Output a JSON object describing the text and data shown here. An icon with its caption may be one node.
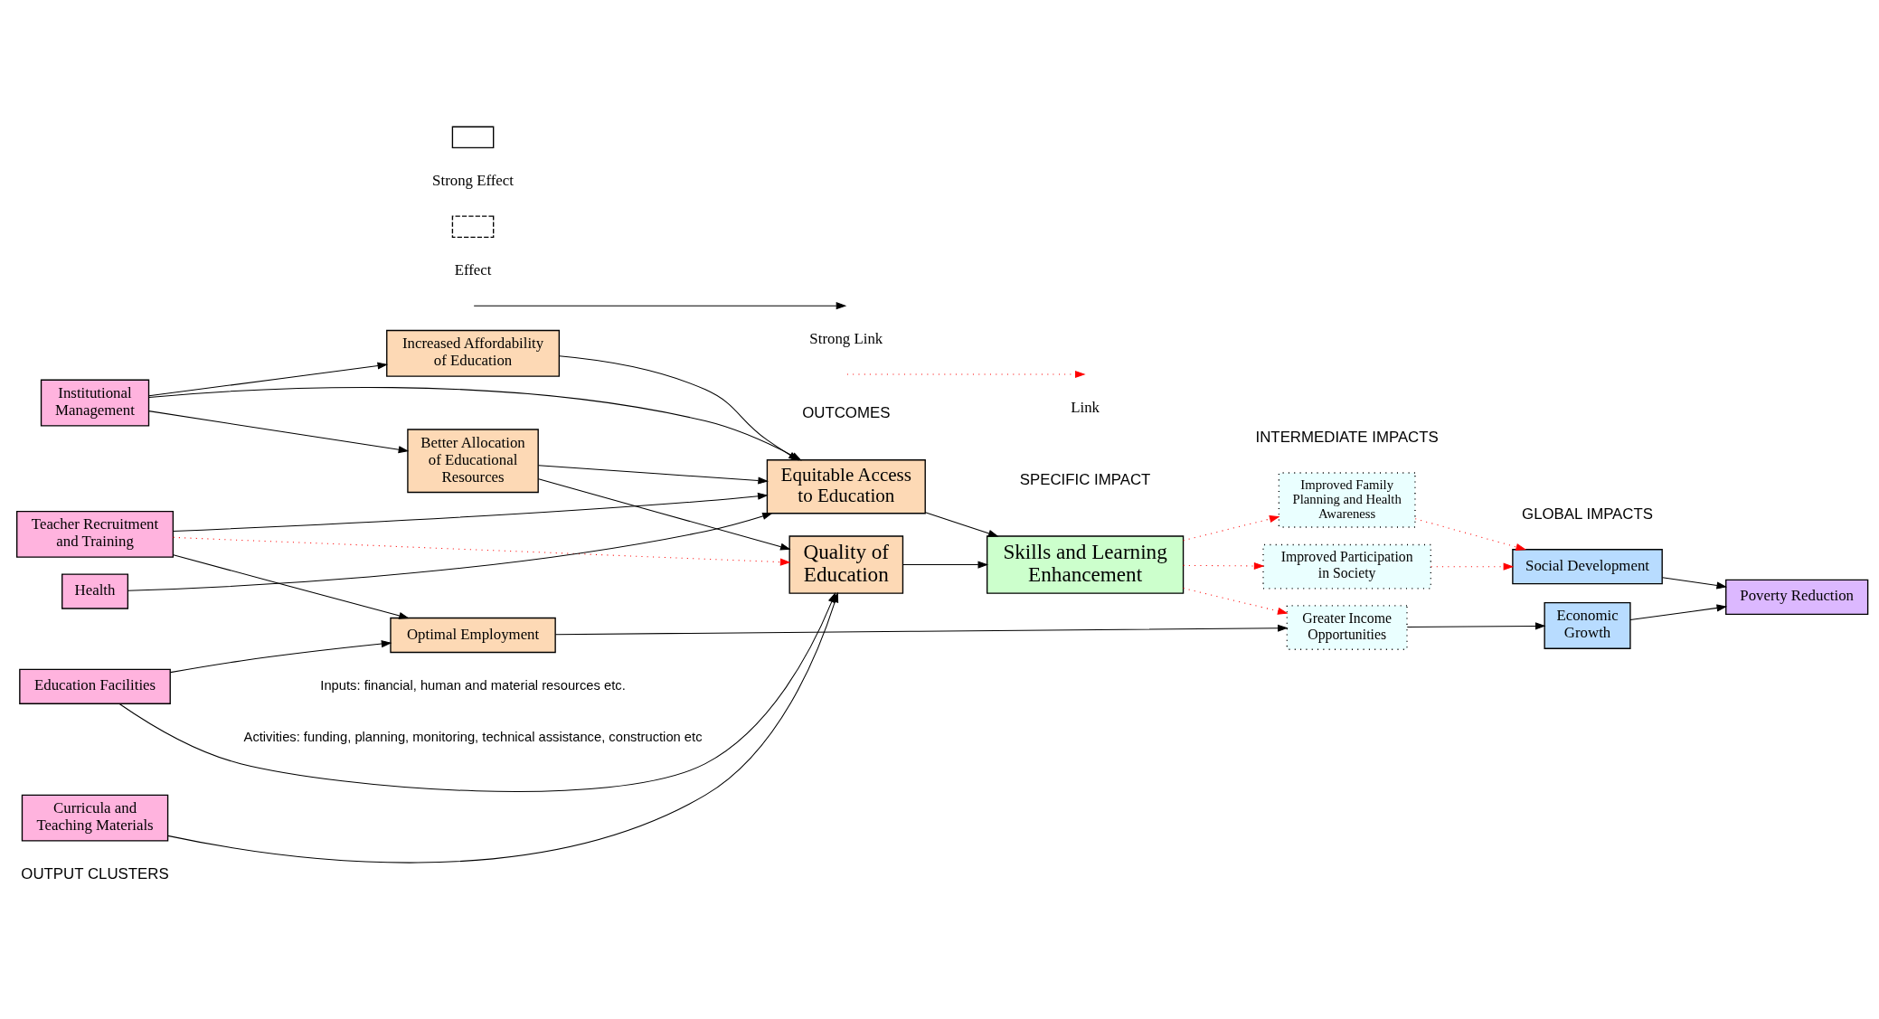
{
  "diagram": {
    "nodes": [
      {
        "text": [
          "Institutional Management"
        ]
      },
      {
        "text": [
          "Curricula and Teaching Materials"
        ]
      },
      {
        "text": [
          "Teacher Recruitment and Training"
        ]
      },
      {
        "text": [
          "Health"
        ]
      },
      {
        "text": [
          "Education Facilities"
        ]
      },
      {
        "text": [
          "Better Allocation of Educational Resources"
        ]
      },
      {
        "text": [
          "Increased Affordability of Education"
        ]
      },
      {
        "text": [
          "Quality of Education"
        ]
      },
      {
        "text": [
          "Equitable Access to Education"
        ]
      },
      {
        "text": [
          "Optimal Employment"
        ]
      },
      {
        "text": [
          "Skills and Learning Enhancement"
        ]
      },
      {
        "text": [
          "Improved Family Planning and Health Awareness"
        ]
      },
      {
        "text": [
          "Improved Participation in Society"
        ]
      },
      {
        "text": [
          "Greater Income Opportunities"
        ]
      },
      {
        "text": [
          "Social Development"
        ]
      },
      {
        "text": [
          "Poverty Reduction"
        ]
      },
      {
        "text": [
          "Economic Growth"
        ]
      }
    ],
    "edges": [
      {
        "from": 0,
        "to": 5,
        "arrow": "to"
      },
      {
        "from": 0,
        "to": 6,
        "arrow": "to"
      },
      {
        "from": 0,
        "to": 8,
        "arrow": "to"
      },
      {
        "from": 1,
        "to": 7,
        "arrow": "to"
      },
      {
        "from": 2,
        "to": 7,
        "arrow": "to",
        "style": "dashed",
        "color": "#ff0000"
      },
      {
        "from": 2,
        "to": 8,
        "arrow": "to"
      },
      {
        "from": 2,
        "to": 9,
        "arrow": "to"
      },
      {
        "from": 3,
        "to": 8,
        "arrow": "to"
      },
      {
        "from": 4,
        "to": 7,
        "arrow": "to"
      },
      {
        "from": 4,
        "to": 9,
        "arrow": "to"
      },
      {
        "from": 5,
        "to": 7,
        "arrow": "to"
      },
      {
        "from": 5,
        "to": 8,
        "arrow": "to"
      },
      {
        "from": 6,
        "to": 8,
        "arrow": "to"
      },
      {
        "from": 7,
        "to": 10,
        "arrow": "to"
      },
      {
        "from": 8,
        "to": 10,
        "arrow": "to"
      },
      {
        "from": 9,
        "to": 13,
        "arrow": "to"
      },
      {
        "from": 10,
        "to": 11,
        "arrow": "to",
        "style": "dashed",
        "color": "#ff0000"
      },
      {
        "from": 10,
        "to": 12,
        "arrow": "to",
        "style": "dashed",
        "color": "#ff0000"
      },
      {
        "from": 10,
        "to": 13,
        "arrow": "to",
        "style": "dashed",
        "color": "#ff0000"
      },
      {
        "from": 11,
        "to": 14,
        "arrow": "to",
        "style": "dashed",
        "color": "#ff0000"
      },
      {
        "from": 12,
        "to": 14,
        "arrow": "to",
        "style": "dashed",
        "color": "#ff0000"
      },
      {
        "from": 13,
        "to": 16,
        "arrow": "to"
      },
      {
        "from": 14,
        "to": 15,
        "arrow": "to"
      },
      {
        "from": 16,
        "to": 15,
        "arrow": "to"
      }
    ],
    "labels": [
      "OUTPUT CLUSTERS",
      "OUTCOMES",
      "SPECIFIC IMPACT",
      "INTERMEDIATE IMPACTS",
      "GLOBAL IMPACTS",
      "Inputs: financial, human and material resources etc.",
      "Activities: funding, planning, monitoring, technical assistance, construction etc"
    ],
    "legend": [
      {
        "text": "Strong Effect"
      },
      {
        "text": "Effect"
      },
      {
        "text": "Strong Link"
      },
      {
        "text": "Link"
      }
    ]
  }
}
